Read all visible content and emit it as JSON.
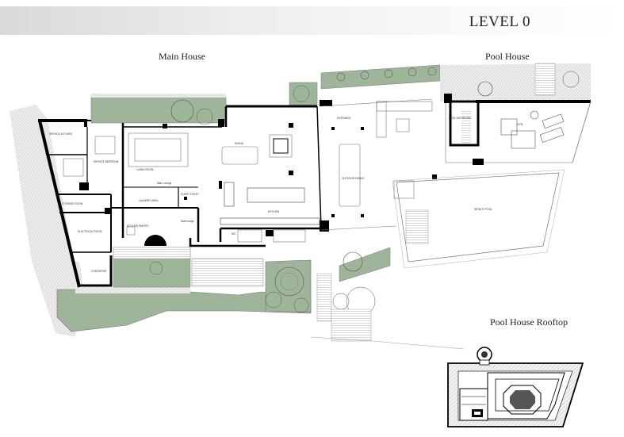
{
  "header": {
    "level": "LEVEL 0"
  },
  "sections": {
    "main_house": "Main House",
    "pool_house": "Pool House",
    "pool_house_rooftop": "Pool House Rooftop"
  },
  "rooms": {
    "service_kitchen": "SERVICE KITCHEN",
    "service_bedroom": "SERVICE BEDROOM",
    "storage_room": "STORAGE ROOM",
    "electrical_room": "ELECTRICAL ROOM",
    "concierge": "CONCIERGE",
    "living_room": "LIVING ROOM",
    "main_lounge": "Main Lounge",
    "laundry_area": "LAUNDRY AREA",
    "kitchen_pantry": "KITCHEN PANTRY",
    "guest_toilet": "GUEST TOILET",
    "staff_lounge": "Staff lounge",
    "dining": "DINING",
    "kitchen": "KITCHEN",
    "wc": "WC",
    "entrance": "ENTRANCE",
    "outdoor_dining": "OUTDOOR DINING",
    "pool_bathroom": "POOL BATHROOM",
    "gym": "GYM",
    "infinity_pool": "INFINITY POOL"
  },
  "colors": {
    "garden": "#9fb59a",
    "wall": "#000000",
    "gravel": "#e4e4e4",
    "line": "#777777"
  }
}
